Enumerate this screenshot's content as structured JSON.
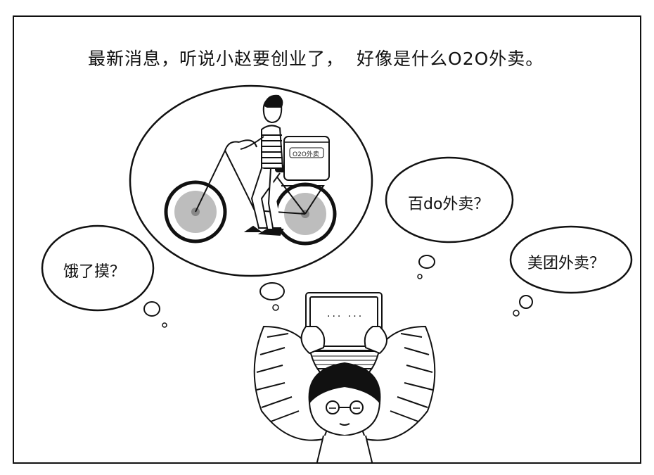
{
  "caption": {
    "line_part1": "最新消息，听说小赵要创业了，",
    "line_part2": "好像是什么O2O外卖。"
  },
  "bubbles": {
    "center_dream_box_label": "O2O外卖",
    "right_top": "百do外卖？",
    "right_bottom": "美团外卖？",
    "left": "饿了摸？"
  },
  "laptop": {
    "screen_text": "··· ···"
  }
}
